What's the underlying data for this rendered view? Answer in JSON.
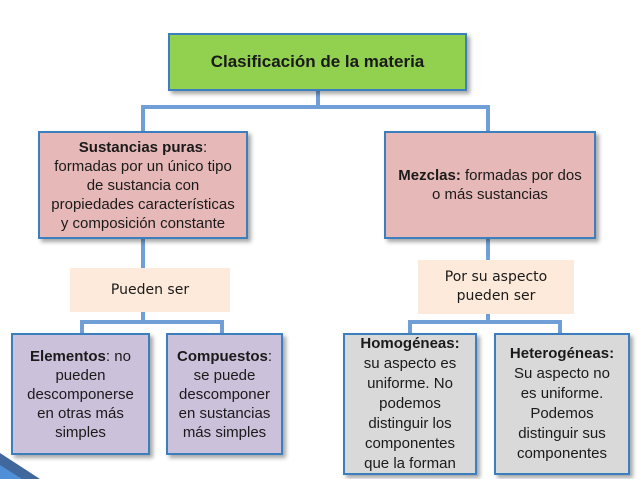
{
  "title": "Clasificación de la materia",
  "sustancias": {
    "heading": "Sustancias puras",
    "rest": ":",
    "lines": [
      "formadas por un único tipo",
      "de sustancia con",
      "propiedades características",
      "y composición constante"
    ]
  },
  "mezclas": {
    "heading": "Mezclas:",
    "line1_rest": " formadas por dos",
    "line2": "o más sustancias"
  },
  "pueden_ser": "Pueden ser",
  "por_su_aspecto": {
    "line1": "Por su aspecto",
    "line2": "pueden ser"
  },
  "elementos": {
    "heading": "Elementos",
    "rest": ": no",
    "lines": [
      "pueden",
      "descomponerse",
      "en otras más",
      "simples"
    ]
  },
  "compuestos": {
    "heading": "Compuestos",
    "rest": ":",
    "lines": [
      "se puede",
      "descomponer",
      "en sustancias",
      "más simples"
    ]
  },
  "homogeneas": {
    "heading": "Homogéneas:",
    "lines": [
      "su aspecto es",
      "uniforme. No",
      "podemos",
      "distinguir los",
      "componentes",
      "que la forman"
    ]
  },
  "heterogeneas": {
    "heading": "Heterogéneas:",
    "lines": [
      "Su aspecto no",
      "es uniforme.",
      "Podemos",
      "distinguir sus",
      "componentes"
    ]
  },
  "colors": {
    "title_bg": "#92d050",
    "pink_bg": "#e6b9b8",
    "purple_bg": "#ccc1da",
    "grey_bg": "#d9d9d9",
    "tag_bg": "#fdeada",
    "border": "#3c7fbf",
    "connector": "#5b8fc7"
  }
}
